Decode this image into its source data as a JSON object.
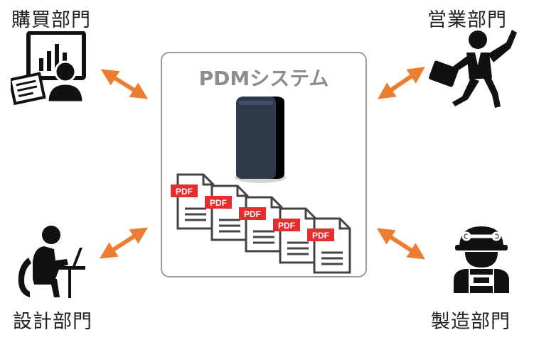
{
  "departments": {
    "purchase": "購買部門",
    "sales": "営業部門",
    "design": "設計部門",
    "manufacturing": "製造部門"
  },
  "center": {
    "title": "PDMシステム"
  },
  "documents": [
    "PDF",
    "PDF",
    "PDF",
    "PDF",
    "PDF"
  ],
  "colors": {
    "arrow": "#ed7d31",
    "pdf_tag": "#e52d2d",
    "server": "#2e3a4c",
    "box_border": "#9a9a9a"
  },
  "icons": [
    "presentation-icon",
    "businessman-running-icon",
    "engineer-at-laptop-icon",
    "factory-worker-icon",
    "server-icon",
    "pdf-document-icon"
  ]
}
